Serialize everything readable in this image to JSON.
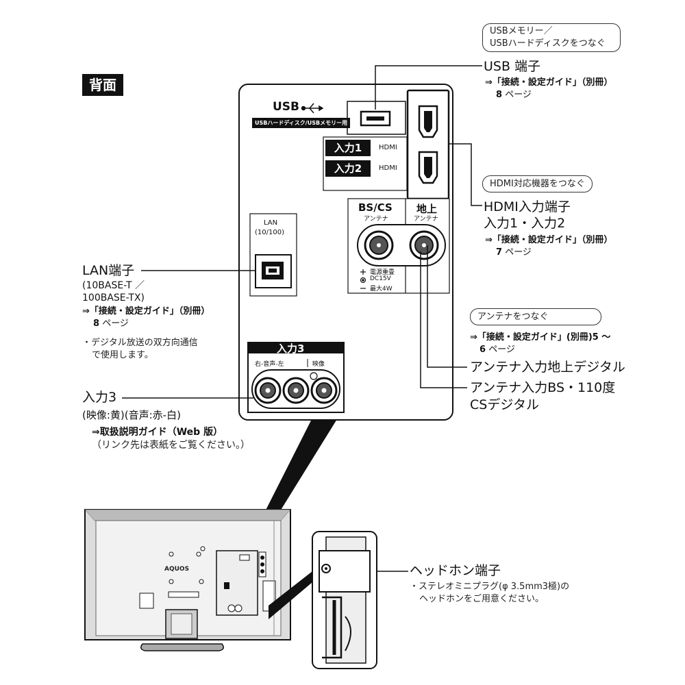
{
  "section_title": "背面",
  "usb_panel": {
    "title": "USB",
    "sub": "USBハードディスク/USBメモリー用"
  },
  "hdmi_panel": {
    "input1": "入力1",
    "input2": "入力2",
    "tag": "HDMI"
  },
  "antenna_panel": {
    "bs": "BS/CS",
    "ground": "地上",
    "antenna": "アンテナ",
    "power1": "電源重畳",
    "power2": "DC15V",
    "power3": "最大4W"
  },
  "lan_panel": {
    "title_line1": "LAN",
    "title_line2": "(10/100)"
  },
  "input3_panel": {
    "title": "入力3",
    "audio": "右-音声-左",
    "video": "映像"
  },
  "tv": {
    "brand": "AQUOS"
  },
  "callouts": {
    "usb_pill_line1": "USBメモリー／",
    "usb_pill_line2": "USBハードディスクをつなぐ",
    "usb_label": "USB 端子",
    "usb_ref": "⇒「接続・設定ガイド」（別冊）",
    "usb_page_num": "8",
    "usb_page_suffix": "ページ",
    "hdmi_pill": "HDMI対応機器をつなぐ",
    "hdmi_label1": "HDMI入力端子",
    "hdmi_label2": "入力1・入力2",
    "hdmi_ref": "⇒「接続・設定ガイド」（別冊）",
    "hdmi_page_num": "7",
    "hdmi_page_suffix": "ページ",
    "antenna_pill": "アンテナをつなぐ",
    "antenna_ref": "⇒「接続・設定ガイド」(別冊)",
    "antenna_ref_pages": "5 ～",
    "antenna_page_num": "6",
    "antenna_page_suffix": "ページ",
    "antenna_ground": "アンテナ入力地上デジタル",
    "antenna_bs1": "アンテナ入力BS・110度",
    "antenna_bs2": "CSデジタル",
    "lan_label": "LAN端子",
    "lan_spec1": "(10BASE-T ／",
    "lan_spec2": "100BASE-TX)",
    "lan_ref": "⇒「接続・設定ガイド」（別冊）",
    "lan_page_num": "8",
    "lan_page_suffix": "ページ",
    "lan_note1": "・デジタル放送の双方向通信",
    "lan_note2": "で使用します。",
    "input3_label": "入力3",
    "input3_desc": "(映像:黄)(音声:赤-白)",
    "input3_ref": "⇒取扱説明ガイド（Web 版）",
    "input3_note": "（リンク先は表紙をご覧ください。）",
    "headphone_label": "ヘッドホン端子",
    "headphone_note1": "・ステレオミニプラグ(φ 3.5mm3極)の",
    "headphone_note2": "ヘッドホンをご用意ください。"
  }
}
